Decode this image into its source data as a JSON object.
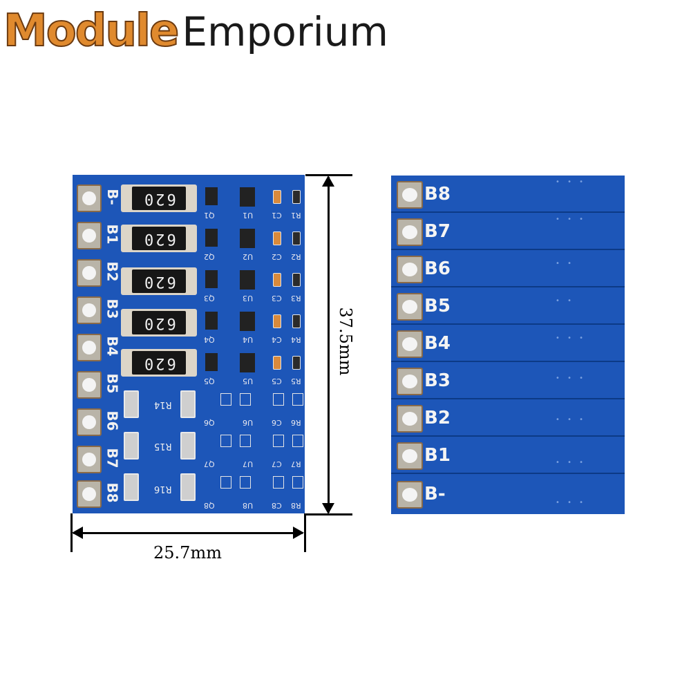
{
  "brand": {
    "part1": "Module",
    "part2": "Emporium"
  },
  "front": {
    "labels": [
      "B-",
      "B1",
      "B2",
      "B3",
      "B4",
      "B5",
      "B6",
      "B7",
      "B8"
    ],
    "resistor_codes": [
      "620",
      "620",
      "620",
      "620",
      "620"
    ],
    "silk": {
      "r14": "R14",
      "r15": "R15",
      "r16": "R16",
      "q": [
        "Q1",
        "Q2",
        "Q3",
        "Q4",
        "Q5",
        "Q6",
        "Q7",
        "Q8"
      ],
      "u": [
        "U1",
        "U2",
        "U3",
        "U4",
        "U5",
        "U6",
        "U7",
        "U8"
      ],
      "c": [
        "C1",
        "C2",
        "C3",
        "C4",
        "C5",
        "C6",
        "C7",
        "C8"
      ],
      "r": [
        "R1",
        "R2",
        "R3",
        "R4",
        "R5",
        "R6",
        "R7",
        "R8"
      ]
    }
  },
  "back": {
    "labels": [
      "B8",
      "B7",
      "B6",
      "B5",
      "B4",
      "B3",
      "B2",
      "B1",
      "B-"
    ]
  },
  "dimensions": {
    "width": "25.7mm",
    "height": "37.5mm"
  },
  "colors": {
    "pcb": "#1d56b8",
    "logo_orange": "#e08a2e"
  }
}
